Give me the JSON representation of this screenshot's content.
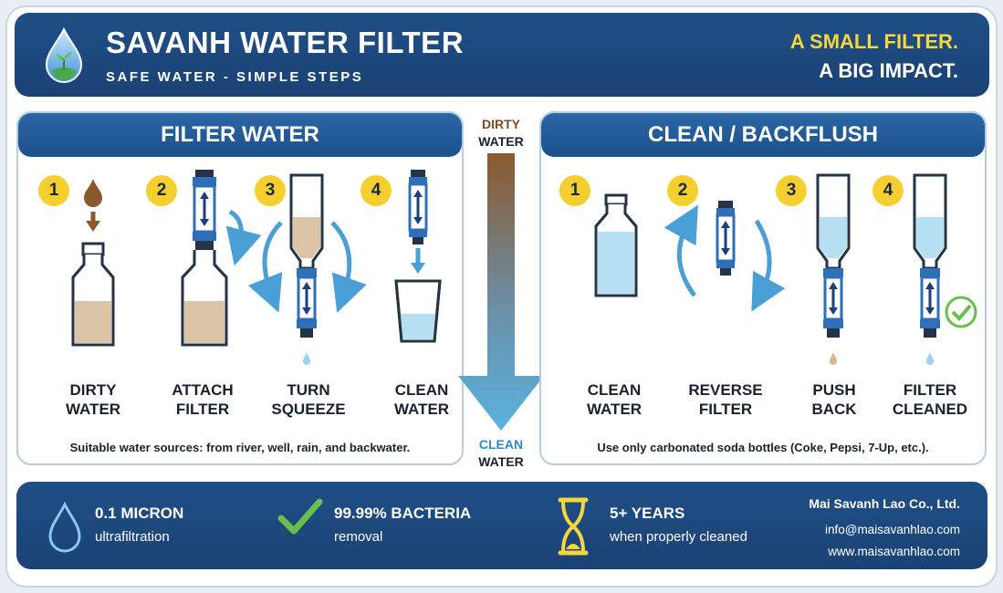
{
  "header": {
    "title": "SAVANH WATER FILTER",
    "subtitle": "SAFE WATER - SIMPLE STEPS",
    "tagline_1": "A SMALL FILTER.",
    "tagline_2": "A BIG IMPACT."
  },
  "filter_panel": {
    "title": "FILTER WATER",
    "steps": [
      {
        "number": "1",
        "line1": "DIRTY",
        "line2": "WATER"
      },
      {
        "number": "2",
        "line1": "ATTACH",
        "line2": "FILTER"
      },
      {
        "number": "3",
        "line1": "TURN",
        "line2": "SQUEEZE"
      },
      {
        "number": "4",
        "line1": "CLEAN",
        "line2": "WATER"
      }
    ],
    "note": "Suitable water sources: from river, well, rain, and backwater."
  },
  "middle": {
    "top_line1": "DIRTY",
    "top_line2": "WATER",
    "bottom_line1": "CLEAN",
    "bottom_line2": "WATER"
  },
  "clean_panel": {
    "title": "CLEAN / BACKFLUSH",
    "steps": [
      {
        "number": "1",
        "line1": "CLEAN",
        "line2": "WATER"
      },
      {
        "number": "2",
        "line1": "REVERSE",
        "line2": "FILTER"
      },
      {
        "number": "3",
        "line1": "PUSH",
        "line2": "BACK"
      },
      {
        "number": "4",
        "line1": "FILTER",
        "line2": "CLEANED"
      }
    ],
    "note": "Use only carbonated soda bottles (Coke, Pepsi, 7-Up, etc.)."
  },
  "footer": {
    "features": [
      {
        "headline": "0.1 MICRON",
        "detail": "ultrafiltration",
        "icon": "water-drop-icon"
      },
      {
        "headline": "99.99% BACTERIA",
        "detail": "removal",
        "icon": "check-icon"
      },
      {
        "headline": "5+ YEARS",
        "detail": "when properly cleaned",
        "icon": "hourglass-icon"
      }
    ],
    "company": "Mai Savanh Lao Co., Ltd.",
    "email": "info@maisavanhlao.com",
    "website": "www.maisavanhlao.com"
  },
  "colors": {
    "navy": "#1f4f86",
    "accent_yellow": "#f6d63c",
    "dirty_brown": "#8a5a2e",
    "clean_blue": "#9fd3ea",
    "check_green": "#6abf4b"
  }
}
